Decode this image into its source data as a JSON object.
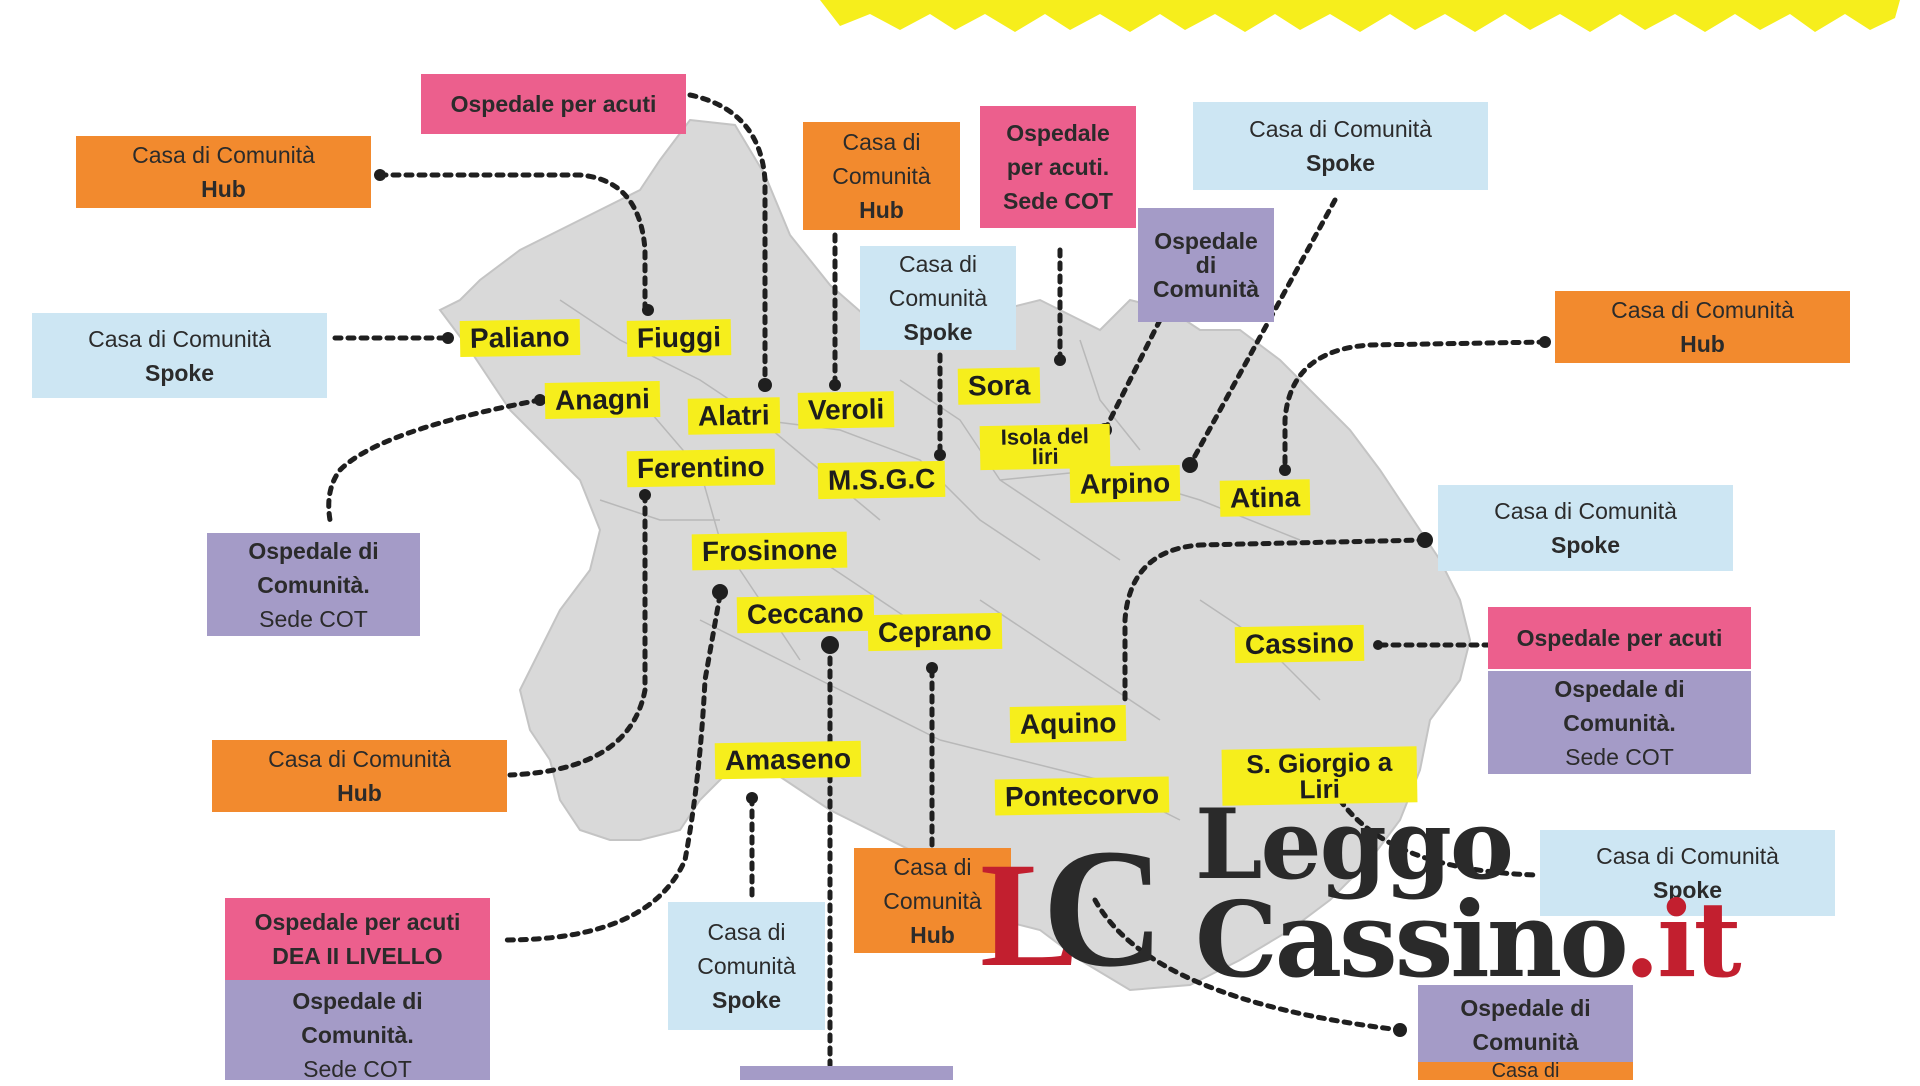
{
  "colors": {
    "hub": "#f28a2e",
    "spoke": "#cde6f3",
    "acuti": "#ec5f8d",
    "ospedale_comunita": "#a49bc7",
    "city_highlight": "#f6ee1c",
    "map_fill": "#d9d9d9",
    "brand_red": "#c21f2f",
    "brand_dark": "#2a2a2a"
  },
  "cities": {
    "paliano": "Paliano",
    "fiuggi": "Fiuggi",
    "anagni": "Anagni",
    "alatri": "Alatri",
    "veroli": "Veroli",
    "sora": "Sora",
    "isola": "Isola del liri",
    "ferentino": "Ferentino",
    "msgc": "M.S.G.C",
    "arpino": "Arpino",
    "atina": "Atina",
    "frosinone": "Frosinone",
    "ceccano": "Ceccano",
    "ceprano": "Ceprano",
    "cassino": "Cassino",
    "aquino": "Aquino",
    "amaseno": "Amaseno",
    "sgiorgio": "S. Giorgio a Liri",
    "pontecorvo": "Pontecorvo"
  },
  "labels": {
    "hub_topleft": [
      "Casa di Comunità",
      "Hub"
    ],
    "spoke_left": [
      "Casa di Comunità",
      "Spoke"
    ],
    "acuti_top": [
      "Ospedale per acuti"
    ],
    "hub_top": [
      "Casa di",
      "Comunità",
      "Hub"
    ],
    "spoke_top": [
      "Casa di",
      "Comunità",
      "Spoke"
    ],
    "acuti_cot": [
      "Ospedale",
      "per acuti.",
      "Sede COT"
    ],
    "spoke_topright": [
      "Casa di Comunità",
      "Spoke"
    ],
    "osp_com_top": [
      "Ospedale",
      "di",
      "Comunità"
    ],
    "hub_right": [
      "Casa di Comunità",
      "Hub"
    ],
    "osp_com_cot_left": [
      "Ospedale di",
      "Comunità.",
      "Sede COT"
    ],
    "spoke_right": [
      "Casa di Comunità",
      "Spoke"
    ],
    "acuti_right": [
      "Ospedale per acuti"
    ],
    "osp_com_cot_right": [
      "Ospedale di",
      "Comunità.",
      "Sede COT"
    ],
    "hub_bottomleft": [
      "Casa di Comunità",
      "Hub"
    ],
    "acuti_dea": [
      "Ospedale per acuti",
      "DEA II LIVELLO"
    ],
    "osp_com_cot_bottom": [
      "Ospedale di",
      "Comunità.",
      "Sede COT"
    ],
    "spoke_bottom": [
      "Casa di",
      "Comunità",
      "Spoke"
    ],
    "hub_bottom": [
      "Casa di",
      "Comunità",
      "Hub"
    ],
    "spoke_bottomright": [
      "Casa di Comunità",
      "Spoke"
    ],
    "osp_com_bottomright": [
      "Ospedale di",
      "Comunità"
    ],
    "casa_partial": [
      "Casa di"
    ]
  },
  "logo": {
    "l": "L",
    "c": "C",
    "word1": "Leggo",
    "word2": "Cassino",
    "tld": ".it"
  }
}
